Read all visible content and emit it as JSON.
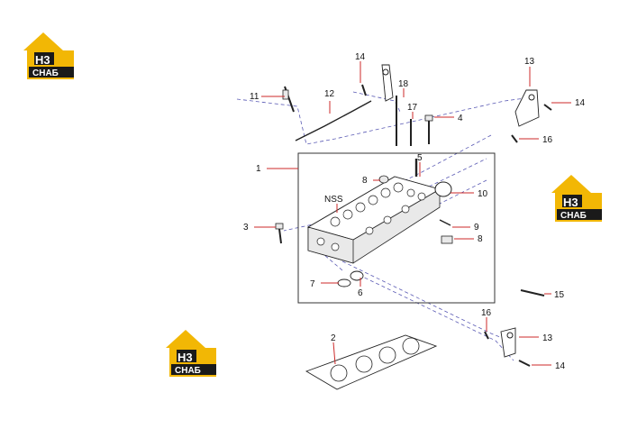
{
  "logo": {
    "primary": "H3",
    "secondary": "CHAБ",
    "accent": "#f2b705",
    "dark": "#1a1a1a"
  },
  "nss_label": "NSS",
  "callouts": [
    "1",
    "2",
    "3",
    "4",
    "5",
    "6",
    "7",
    "8",
    "8",
    "9",
    "10",
    "11",
    "12",
    "13",
    "13",
    "14",
    "14",
    "14",
    "15",
    "16",
    "16",
    "17",
    "18"
  ],
  "colors": {
    "leader": "#cc2a2a",
    "dash": "#5a5ab4"
  }
}
